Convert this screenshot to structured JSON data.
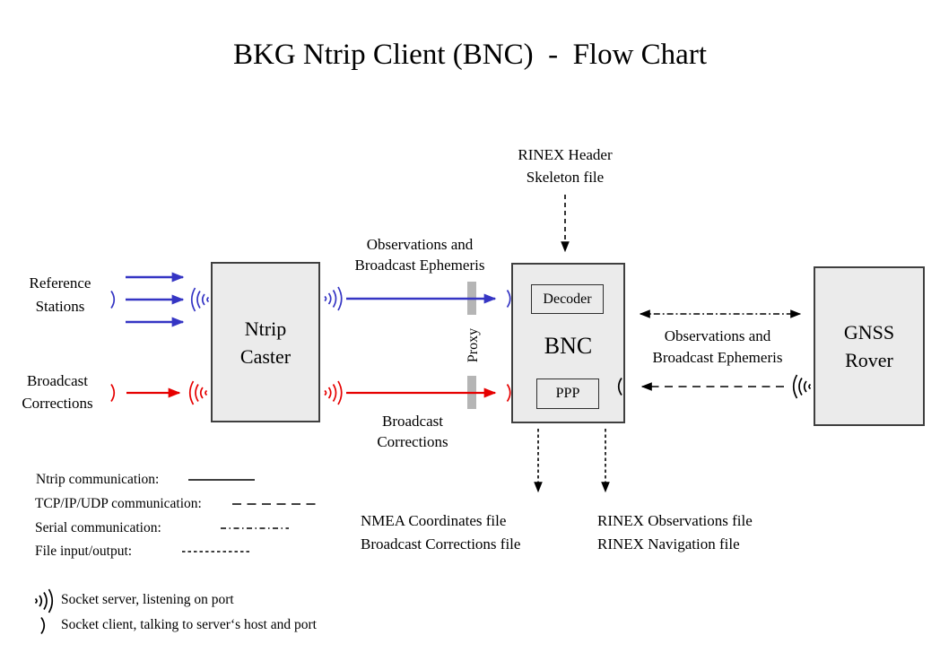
{
  "title": "BKG Ntrip Client (BNC)  -  Flow Chart",
  "boxes": {
    "ntrip_caster": "Ntrip\nCaster",
    "bnc": "BNC",
    "decoder": "Decoder",
    "ppp": "PPP",
    "gnss_rover": "GNSS\nRover"
  },
  "labels": {
    "reference_stations": "Reference\nStations",
    "broadcast_corrections_left": "Broadcast\nCorrections",
    "obs_ephemeris_mid": "Observations and\nBroadcast Ephemeris",
    "broadcast_corrections_mid": "Broadcast\nCorrections",
    "proxy": "Proxy",
    "rinex_header": "RINEX Header\nSkeleton file",
    "obs_ephemeris_right": "Observations and\nBroadcast Ephemeris",
    "nmea_files": "NMEA Coordinates file\nBroadcast Corrections file",
    "rinex_files": "RINEX Observations file\nRINEX Navigation file"
  },
  "legend": {
    "ntrip_label": "Ntrip communication:",
    "tcp_label": "TCP/IP/UDP communication:",
    "serial_label": "Serial communication:",
    "file_label": "File input/output:",
    "socket_server": "Socket server, listening on port",
    "socket_client": "Socket client, talking to server‘s host and port"
  },
  "colors": {
    "ntrip_blue": "#3535C4",
    "corrections_red": "#E60000",
    "diagram_black": "#000000",
    "box_fill": "#EBEBEB",
    "box_border": "#3F3F3F",
    "proxy_bar": "#B5B5B5"
  }
}
